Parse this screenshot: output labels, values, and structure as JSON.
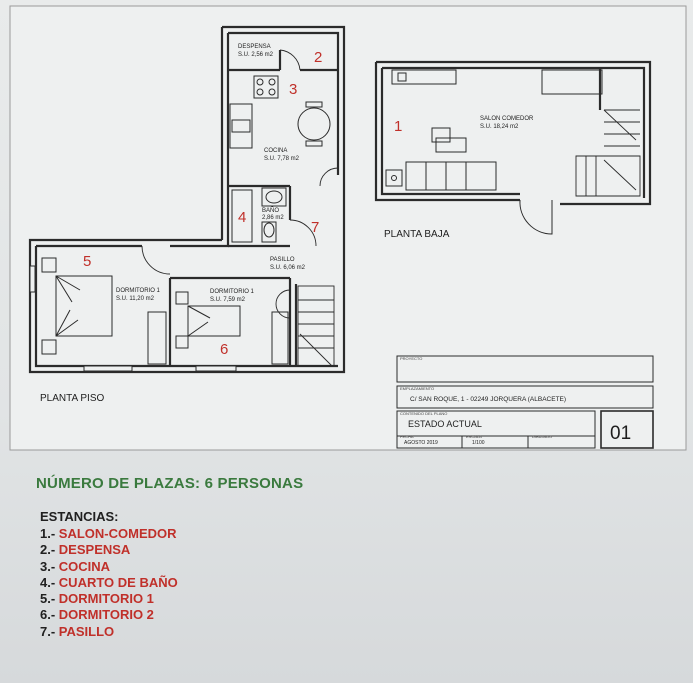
{
  "plan": {
    "rooms": {
      "despensa": {
        "name": "DESPENSA",
        "area": "S.U. 2,56 m2",
        "number": "2"
      },
      "cocina": {
        "name": "COCINA",
        "area": "S.U. 7,78 m2",
        "number": "3"
      },
      "salon": {
        "name": "SALON COMEDOR",
        "area": "S.U. 18,24 m2",
        "number": "1"
      },
      "bano": {
        "name": "BAÑO",
        "area": "2,86 m2",
        "number": "4"
      },
      "pasillo": {
        "name": "PASILLO",
        "area": "S.U. 6,06 m2",
        "number": "7"
      },
      "dormitorio_a": {
        "name": "DORMITORIO 1",
        "area": "S.U. 11,20 m2",
        "number": "5"
      },
      "dormitorio_b": {
        "name": "DORMITORIO 1",
        "area": "S.U. 7,59 m2",
        "number": "6"
      }
    },
    "floors": {
      "baja": "PLANTA BAJA",
      "piso": "PLANTA PISO"
    }
  },
  "title_block": {
    "proyecto_label": "PROYECTO",
    "emplazamiento_label": "EMPLAZAMIENTO",
    "address": "C/ SAN ROQUE, 1 - 02249  JORQUERA (ALBACETE)",
    "contenido_label": "CONTENIDO DEL PLANO",
    "content": "ESTADO ACTUAL",
    "fecha_label": "FECHA",
    "date": "AGOSTO 2019",
    "escala_label": "ESCALA",
    "scale": "1/100",
    "dibujado_label": "DIBUJADO",
    "sheet_number": "01"
  },
  "legend": {
    "capacity": "NÚMERO DE PLAZAS: 6 PERSONAS",
    "heading": "ESTANCIAS:",
    "items": [
      {
        "num": "1.-",
        "name": "SALON-COMEDOR"
      },
      {
        "num": "2.-",
        "name": "DESPENSA"
      },
      {
        "num": "3.-",
        "name": "COCINA"
      },
      {
        "num": "4.-",
        "name": "CUARTO DE BAÑO"
      },
      {
        "num": "5.-",
        "name": "DORMITORIO 1"
      },
      {
        "num": "6.-",
        "name": "DORMITORIO 2"
      },
      {
        "num": "7.-",
        "name": "PASILLO"
      }
    ],
    "colors": {
      "capacity": "#3a7a3e",
      "room_names": "#c0302a",
      "room_numbers": "#c0302a"
    }
  }
}
